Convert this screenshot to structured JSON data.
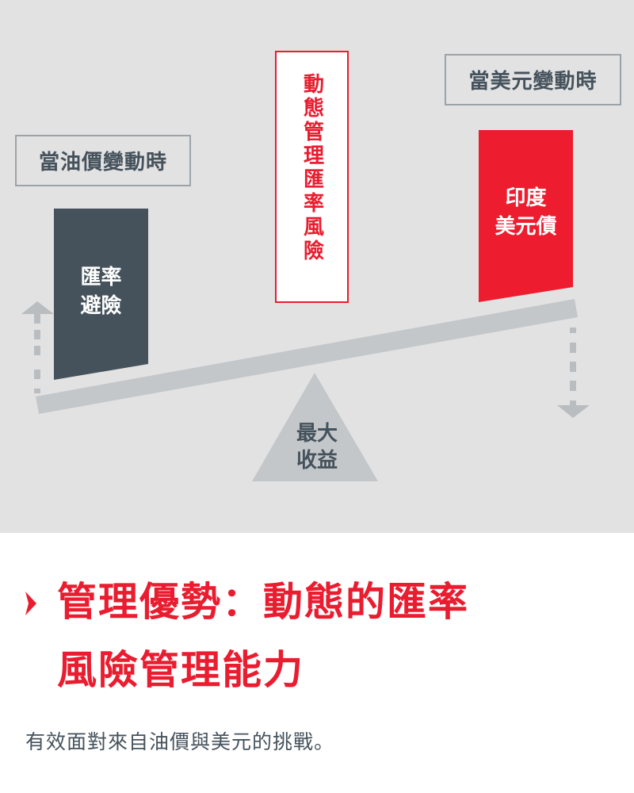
{
  "diagram": {
    "left_condition": "當油價變動時",
    "right_condition": "當美元變動時",
    "left_block": {
      "line1": "匯率",
      "line2": "避險",
      "color": "#45525c"
    },
    "right_block": {
      "line1": "印度",
      "line2": "美元債",
      "color": "#ed1c2e"
    },
    "center_label": "動態管理匯率風險",
    "fulcrum": {
      "line1": "最大",
      "line2": "收益"
    },
    "left_arrow": "arrow-up",
    "right_arrow": "arrow-down",
    "colors": {
      "background": "#e2e2e2",
      "beam": "#c3c7ca",
      "accent": "#ea1c2f",
      "dark": "#45525c"
    }
  },
  "headline": {
    "line1": "管理優勢：動態的匯率",
    "line2": "風險管理能力"
  },
  "subtext": "有效面對來自油價與美元的挑戰。"
}
